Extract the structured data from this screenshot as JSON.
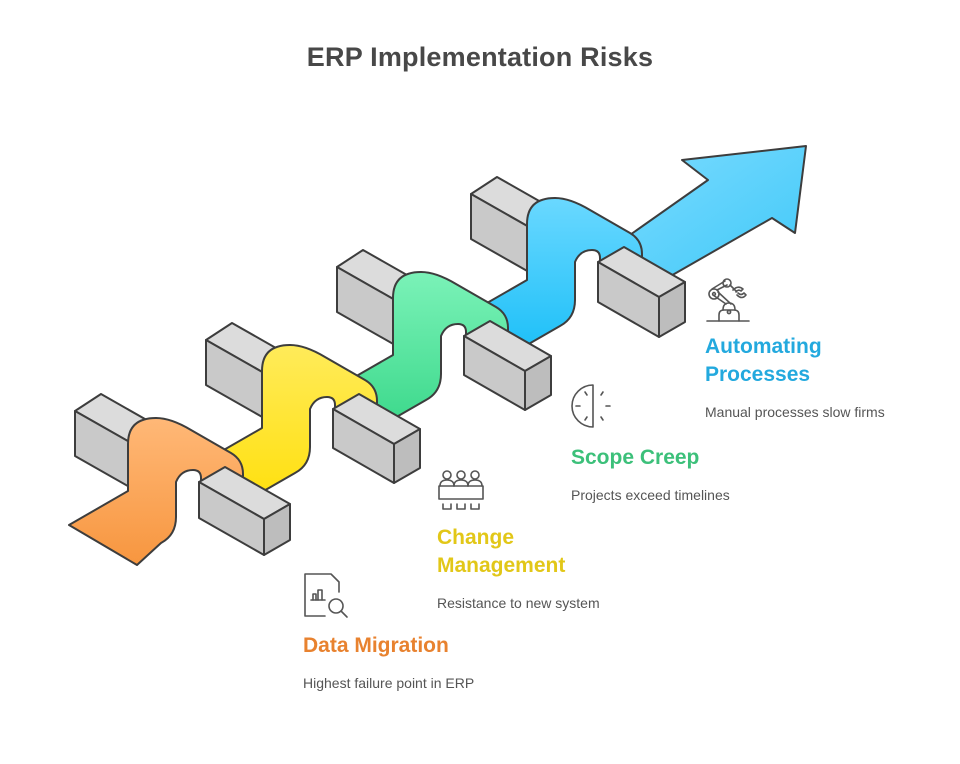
{
  "title": "ERP Implementation Risks",
  "colors": {
    "title": "#484848",
    "outline": "#3d3d3d",
    "beam": "#c9c9c9",
    "data_migration": "#F6A45A",
    "change_management": "#FFE52A",
    "scope_creep": "#5FE0A0",
    "automating_processes": "#3DC6F5"
  },
  "steps": [
    {
      "heading": "Data Migration",
      "description": "Highest failure point in ERP",
      "icon": "document-chart-search-icon",
      "color": "#E8822F"
    },
    {
      "heading_line1": "Change",
      "heading_line2": "Management",
      "description": "Resistance to new system",
      "icon": "people-group-icon",
      "color": "#E2C718"
    },
    {
      "heading": "Scope Creep",
      "description": "Projects exceed timelines",
      "icon": "half-clock-icon",
      "color": "#3CC07A"
    },
    {
      "heading_line1": "Automating",
      "heading_line2": "Processes",
      "description": "Manual processes slow firms",
      "icon": "robot-arm-icon",
      "color": "#23A9DE"
    }
  ]
}
